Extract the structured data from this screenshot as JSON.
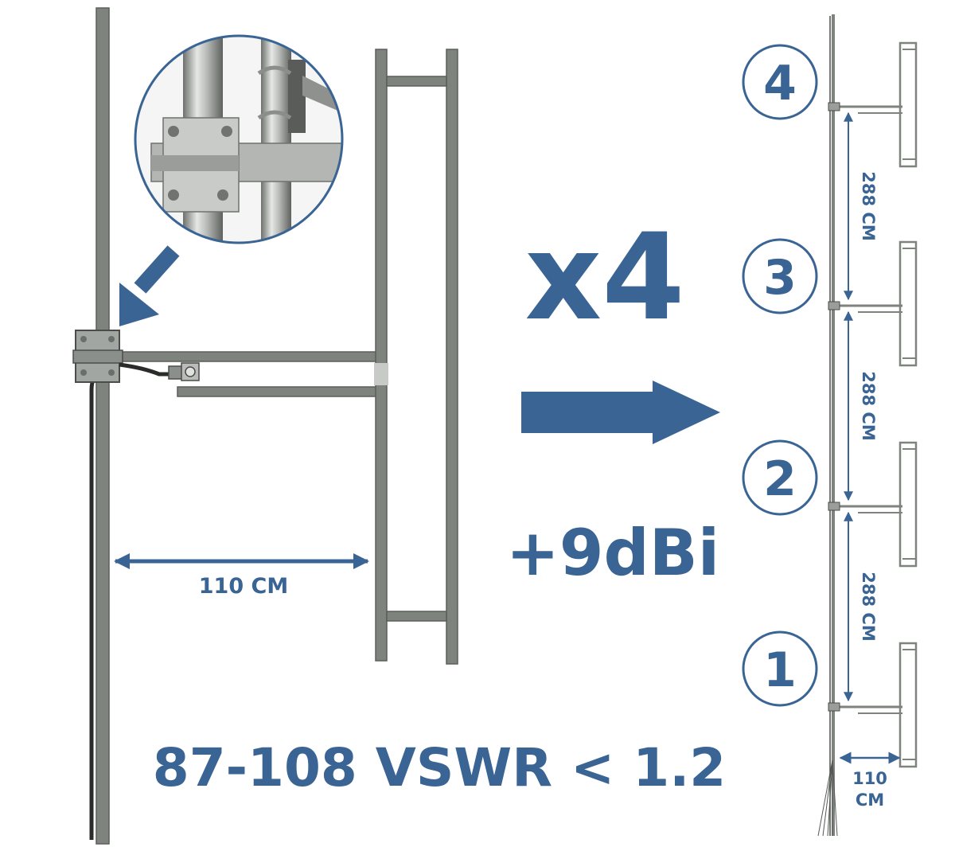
{
  "colors": {
    "accent": "#3a6494",
    "metal": "#7f837e",
    "metal_dark": "#5b5f5a",
    "metal_light": "#b9bcb8"
  },
  "icons": {
    "zoom_arrow": "arrow-down-left-icon",
    "main_arrow": "arrow-right-icon"
  },
  "left": {
    "width_label": "110 CM"
  },
  "headline": {
    "multiplier": "x4",
    "gain": "+9dBi",
    "spec": "87-108 VSWR < 1.2"
  },
  "stack": {
    "bays": [
      {
        "number": "4"
      },
      {
        "number": "3"
      },
      {
        "number": "2"
      },
      {
        "number": "1"
      }
    ],
    "spacings": [
      "288 CM",
      "288 CM",
      "288 CM"
    ],
    "width_label_line1": "110",
    "width_label_line2": "CM"
  }
}
